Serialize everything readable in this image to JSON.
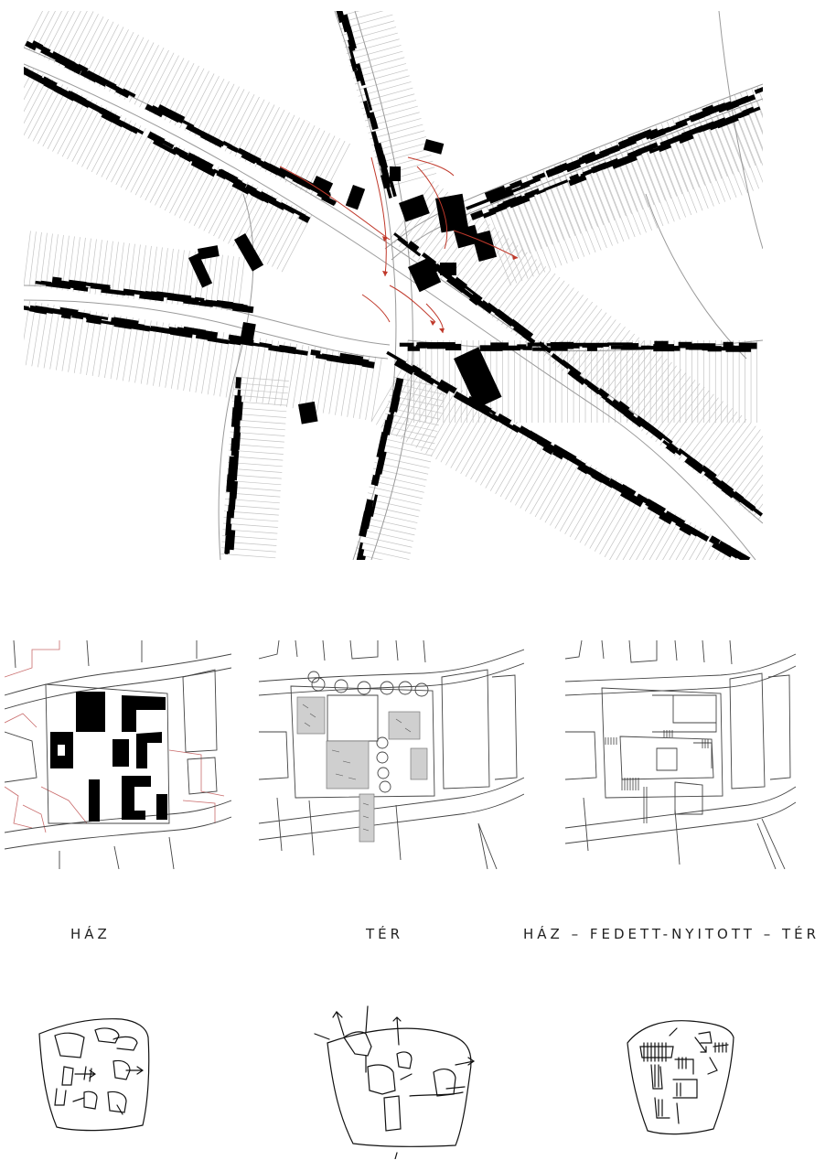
{
  "captions": {
    "haz": "HÁZ",
    "ter": "TÉR",
    "combined": "HÁZ – FEDETT-NYITOTT – TÉR"
  },
  "colors": {
    "building": "#000000",
    "parcel_line": "#b8b8b8",
    "street_line": "#9a9a9a",
    "annotation_red": "#c0392b",
    "plaza_gray": "#cfcfcf"
  },
  "icons": [
    "site-plan-map",
    "house-diagram",
    "square-diagram",
    "covered-open-diagram",
    "house-sketch",
    "square-sketch",
    "combined-sketch"
  ]
}
